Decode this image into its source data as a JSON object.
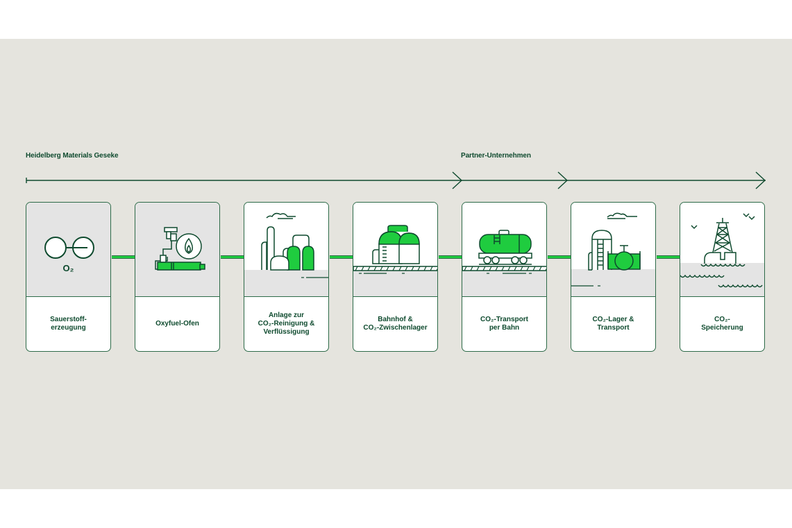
{
  "diagram": {
    "sections": [
      {
        "label": "Heidelberg Materials Geseke"
      },
      {
        "label": "Partner-Unternehmen"
      }
    ],
    "colors": {
      "background": "#e5e4de",
      "dark_green": "#0e4a2e",
      "bright_green": "#1fcc3f",
      "card_illustration_bg": "#e4e4e4"
    },
    "steps": [
      {
        "label": "Sauerstoff-\nerzeugung",
        "icon": "oxygen-molecule-icon",
        "icon_text": "O₂"
      },
      {
        "label": "Oxyfuel-Ofen",
        "icon": "oxyfuel-kiln-icon"
      },
      {
        "label": "Anlage zur\nCO₂-Reinigung &\nVerflüssigung",
        "icon": "purification-plant-icon"
      },
      {
        "label": "Bahnhof &\nCO₂-Zwischenlager",
        "icon": "storage-tanks-icon"
      },
      {
        "label": "CO₂-Transport\nper Bahn",
        "icon": "tank-wagon-icon"
      },
      {
        "label": "CO₂-Lager &\nTransport",
        "icon": "storage-silo-icon"
      },
      {
        "label": "CO₂-\nSpeicherung",
        "icon": "offshore-rig-icon"
      }
    ]
  }
}
